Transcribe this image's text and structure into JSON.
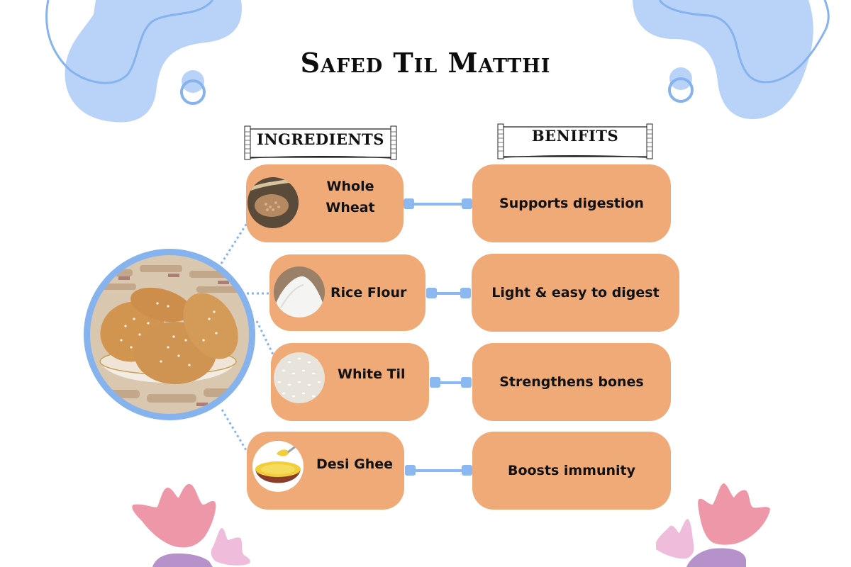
{
  "title": "Safed Til Matthi",
  "colors": {
    "box_fill": "#f0aa78",
    "accent_blue": "#86b3ee",
    "blob_blue": "#b9d3f8",
    "petal_pink": "#ee97a8",
    "petal_light_pink": "#efbcdc",
    "petal_purple": "#b592c9"
  },
  "headers": {
    "ingredients": "INGREDIENTS",
    "benefits": "BENIFITS"
  },
  "hero_image": {
    "icon": "matthi-bowl-photo",
    "alt": "Bowl of sesame matthi"
  },
  "ingredients": [
    {
      "label": "Whole Wheat",
      "icon": "wheat-photo"
    },
    {
      "label": "Rice Flour",
      "icon": "rice-flour-photo"
    },
    {
      "label": "White Til",
      "icon": "sesame-seeds-photo"
    },
    {
      "label": "Desi Ghee",
      "icon": "ghee-bowl-photo"
    }
  ],
  "benefits": [
    {
      "label": "Supports digestion"
    },
    {
      "label": "Light & easy to digest"
    },
    {
      "label": "Strengthens bones"
    },
    {
      "label": "Boosts immunity"
    }
  ]
}
